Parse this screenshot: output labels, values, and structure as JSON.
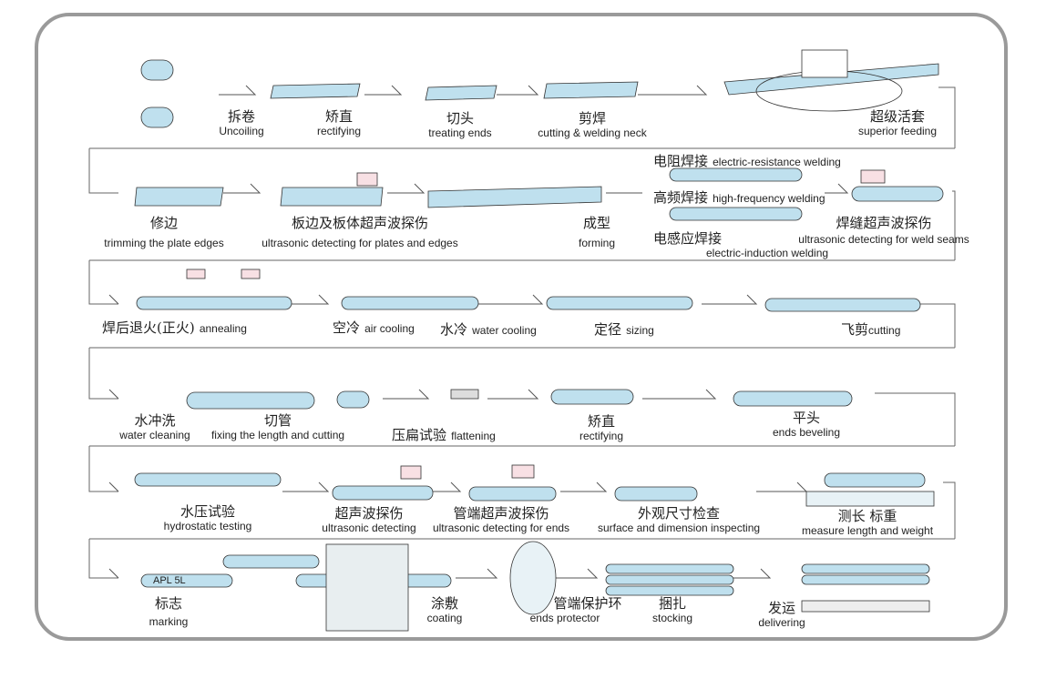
{
  "rows": [
    {
      "steps": [
        {
          "zh": "拆卷",
          "en": "Uncoiling"
        },
        {
          "zh": "矫直",
          "en": "rectifying"
        },
        {
          "zh": "切头",
          "en": "treating ends"
        },
        {
          "zh": "剪焊",
          "en": "cutting & welding neck"
        },
        {
          "zh": "超级活套",
          "en": "superior feeding"
        }
      ]
    },
    {
      "steps": [
        {
          "zh": "修边",
          "en": "trimming the plate edges"
        },
        {
          "zh": "板边及板体超声波探伤",
          "en": "ultrasonic detecting for plates and edges"
        },
        {
          "zh": "成型",
          "en": "forming"
        },
        {
          "zh": "电阻焊接",
          "en": "electric-resistance welding"
        },
        {
          "zh": "高频焊接",
          "en": "high-frequency welding"
        },
        {
          "zh": "电感应焊接",
          "en": "electric-induction welding"
        },
        {
          "zh": "焊缝超声波探伤",
          "en": "ultrasonic detecting for weld seams"
        }
      ]
    },
    {
      "steps": [
        {
          "zh": "焊后退火(正火)",
          "en": "annealing"
        },
        {
          "zh": "空冷",
          "en": "air cooling"
        },
        {
          "zh": "水冷",
          "en": "water cooling"
        },
        {
          "zh": "定径",
          "en": "sizing"
        },
        {
          "zh": "飞剪",
          "en": "cutting"
        }
      ]
    },
    {
      "steps": [
        {
          "zh": "水冲洗",
          "en": "water cleaning"
        },
        {
          "zh": "切管",
          "en": "fixing the length and cutting"
        },
        {
          "zh": "压扁试验",
          "en": "flattening"
        },
        {
          "zh": "矫直",
          "en": "rectifying"
        },
        {
          "zh": "平头",
          "en": "ends beveling"
        }
      ]
    },
    {
      "steps": [
        {
          "zh": "水压试验",
          "en": "hydrostatic testing"
        },
        {
          "zh": "超声波探伤",
          "en": "ultrasonic detecting"
        },
        {
          "zh": "管端超声波探伤",
          "en": "ultrasonic detecting for ends"
        },
        {
          "zh": "外观尺寸检查",
          "en": "surface and dimension inspecting"
        },
        {
          "zh": "测长 标重",
          "en": "measure length and weight"
        }
      ]
    },
    {
      "steps": [
        {
          "zh": "标志",
          "en": "marking"
        },
        {
          "zh": "涂敷",
          "en": "coating"
        },
        {
          "zh": "管端保护环",
          "en": "ends protector"
        },
        {
          "zh": "捆扎",
          "en": "stocking"
        },
        {
          "zh": "发运",
          "en": "delivering"
        }
      ]
    }
  ],
  "marking_text": "APL  5L",
  "colors": {
    "pipe": "#bfe0ee",
    "frame": "#9a9a9a",
    "line": "#555555"
  }
}
